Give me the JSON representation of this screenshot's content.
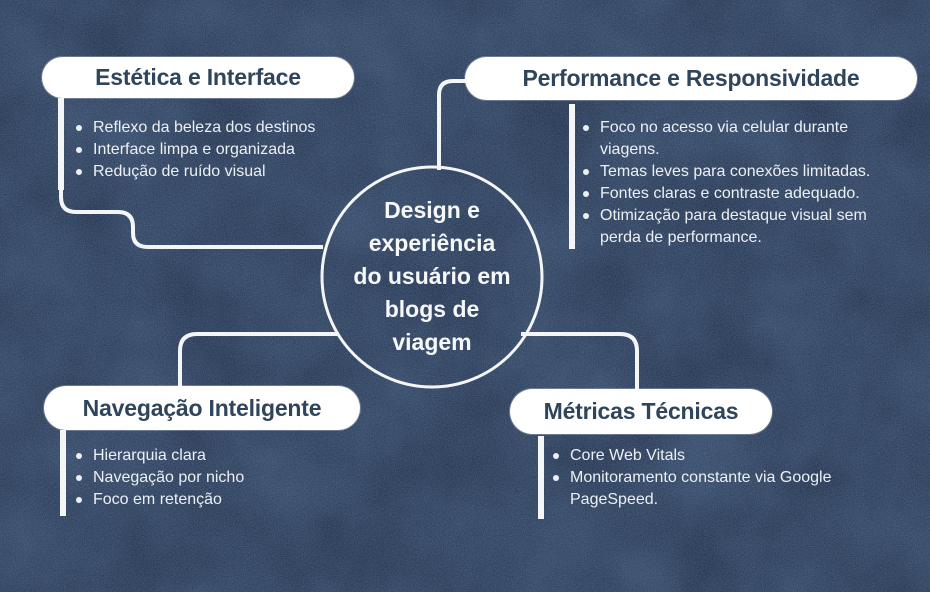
{
  "canvas": {
    "background_color": "#22334f",
    "line_color": "#f4f5f6",
    "pill_background": "#ffffff",
    "pill_text_color": "#2f455c",
    "body_text_color": "#edf0f3"
  },
  "center": {
    "text": "Design e experiência do usuário em blogs de viagem",
    "lines": [
      "Design e",
      "experiência",
      "do usuário em",
      "blogs de",
      "viagem"
    ]
  },
  "branches": [
    {
      "title": "Estética e Interface",
      "items": [
        "Reflexo da beleza dos destinos",
        "Interface limpa e organizada",
        "Redução de ruído visual"
      ]
    },
    {
      "title": "Performance e Responsividade",
      "items": [
        "Foco no acesso via celular durante viagens.",
        "Temas leves para conexões limitadas.",
        "Fontes claras e contraste adequado.",
        "Otimização para destaque visual sem perda de performance."
      ]
    },
    {
      "title": "Navegação Inteligente",
      "items": [
        "Hierarquia clara",
        "Navegação por nicho",
        "Foco em retenção"
      ]
    },
    {
      "title": "Métricas Técnicas",
      "items": [
        "Core Web Vitals",
        "Monitoramento constante via Google PageSpeed."
      ]
    }
  ]
}
